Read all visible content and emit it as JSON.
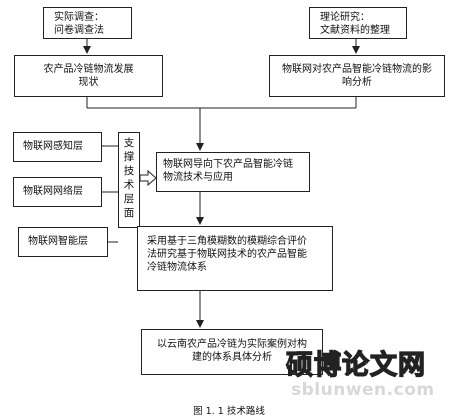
{
  "boxes": {
    "field_survey": {
      "line1": "实际调查：",
      "line2": "问卷调查法"
    },
    "theory_research": {
      "line1": "理论研究：",
      "line2": "文献资料的整理"
    },
    "status_quo": {
      "line1": "农产品冷链物流发展",
      "line2": "现状"
    },
    "iot_impact": {
      "line1": "物联网对农产品智能冷链物流的影",
      "line2": "响分析"
    },
    "perception_layer": "物联网感知层",
    "network_layer": "物联网网络层",
    "smart_layer": "物联网智能层",
    "support_tech": "支撑技术层面",
    "iot_oriented": {
      "line1": "物联网导向下农产品智能冷链",
      "line2": "物流技术与应用"
    },
    "evaluation": {
      "line1": "采用基于三角模糊数的模糊综合评价",
      "line2": "法研究基于物联网技术的农产品智能",
      "line3": "冷链物流体系"
    },
    "case_study": {
      "line1": "以云南农产品冷链为实际案例对构",
      "line2": "建的体系具体分析"
    }
  },
  "caption": "图 1. 1  技术路线",
  "watermark": {
    "text": "硕博论文网",
    "url": "sblunwen.com"
  }
}
